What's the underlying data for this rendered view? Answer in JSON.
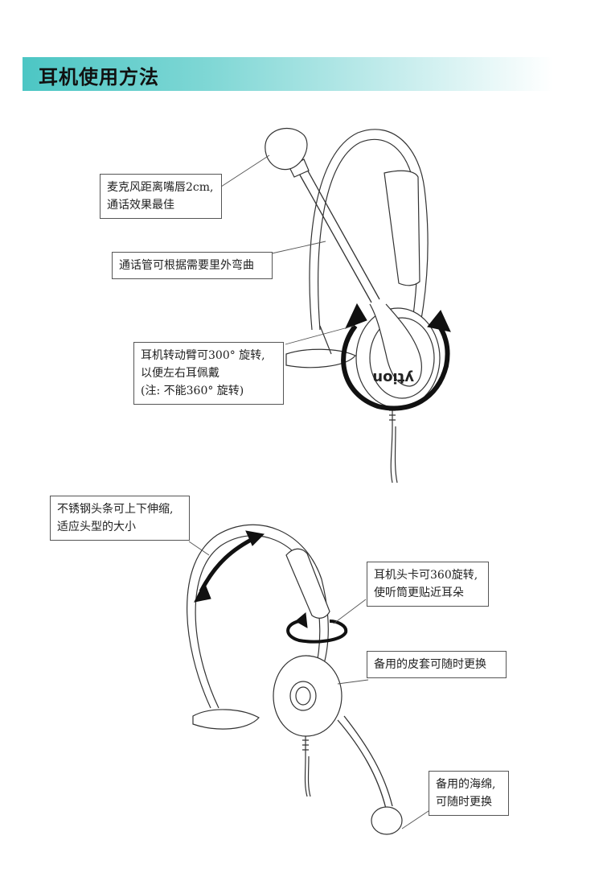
{
  "header": {
    "title": "耳机使用方法"
  },
  "figure1": {
    "logo_text": "ytion",
    "callouts": {
      "mic": [
        "麦克风距离嘴唇2cm,",
        "通话效果最佳"
      ],
      "tube": [
        "通话管可根据需要里外弯曲"
      ],
      "arm": [
        "耳机转动臂可300° 旋转,",
        "以便左右耳佩戴",
        "(注: 不能360° 旋转)"
      ]
    }
  },
  "figure2": {
    "callouts": {
      "band": [
        "不锈钢头条可上下伸缩,",
        "适应头型的大小"
      ],
      "clip": [
        "耳机头卡可360旋转,",
        "使听筒更贴近耳朵"
      ],
      "cover": [
        "备用的皮套可随时更换"
      ],
      "foam": [
        "备用的海绵,",
        "可随时更换"
      ]
    }
  },
  "colors": {
    "title_bar_start": "#4cc6c4",
    "title_bar_end": "#ffffff",
    "line": "#333333"
  }
}
